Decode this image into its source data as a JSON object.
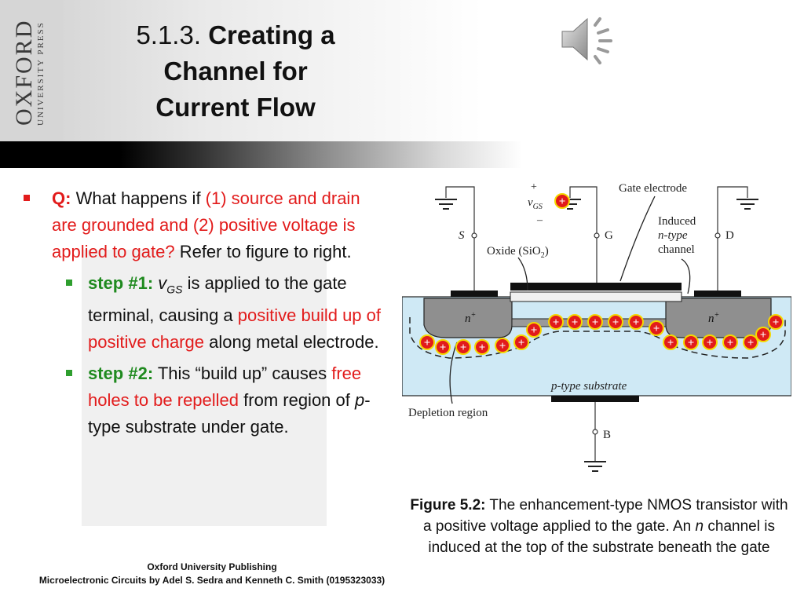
{
  "brand": {
    "name": "OXFORD",
    "subtitle": "UNIVERSITY PRESS"
  },
  "slide": {
    "number": "5.1.3.",
    "title_line1": "Creating a",
    "title_line2": "Channel for",
    "title_line3": "Current Flow"
  },
  "body": {
    "q_label": "Q:",
    "q_text1": " What happens if ",
    "q_red": "(1) source and drain are grounded and (2) positive voltage is applied to gate?",
    "q_text2": "  Refer to figure to right.",
    "step1_label": "step #1:",
    "step1_v": "v",
    "step1_sub": "GS",
    "step1_text1": " is applied to the gate terminal, causing a ",
    "step1_red": "positive build up of positive charge",
    "step1_text2": " along metal electrode.",
    "step2_label": "step #2:",
    "step2_text1": " This “build up” causes ",
    "step2_red": "free holes to be repelled",
    "step2_text2": " from region of ",
    "step2_italic": "p",
    "step2_text3": "-type substrate under gate."
  },
  "figure": {
    "label_gate_electrode": "Gate electrode",
    "label_plus": "+",
    "label_vgs": "v",
    "label_vgs_sub": "GS",
    "label_minus": "–",
    "label_S": "S",
    "label_G": "G",
    "label_D": "D",
    "label_induced1": "Induced",
    "label_induced2": "n-type",
    "label_induced3": "channel",
    "label_oxide": "Oxide (SiO",
    "label_oxide_sub": "2",
    "label_oxide_end": ")",
    "label_nplus": "n",
    "label_nplus_sup": "+",
    "label_substrate": "p-type substrate",
    "label_depletion": "Depletion region",
    "label_B": "B",
    "charge_symbol": "+"
  },
  "caption": {
    "fig_label": "Figure 5.2:",
    "text1": " The enhancement-type NMOS transistor with a positive voltage applied to the gate. An ",
    "italic": "n",
    "text2": " channel is induced at the top of the substrate beneath the gate"
  },
  "footer": {
    "line1": "Oxford University Publishing",
    "line2": "Microelectronic Circuits by Adel S. Sedra and Kenneth C. Smith (0195323033)"
  },
  "colors": {
    "accent_red": "#e21b1b",
    "accent_green": "#1f8a1f",
    "substrate": "#cfe9f5",
    "charge_fill": "#e21b1b",
    "charge_ring": "#f5d800"
  }
}
